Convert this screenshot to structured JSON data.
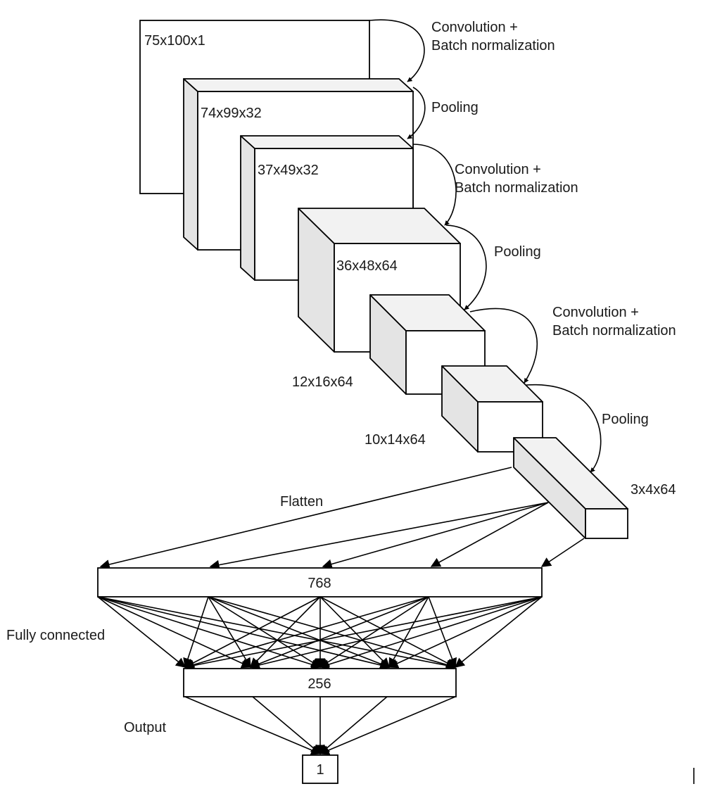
{
  "blocks": {
    "input": "75x100x1",
    "conv1": "74x99x32",
    "pool1": "37x49x32",
    "conv2": "36x48x64",
    "pool2": "12x16x64",
    "conv3": "10x14x64",
    "pool3": "3x4x64"
  },
  "operations": {
    "conv_bn_1": [
      "Convolution +",
      "Batch normalization"
    ],
    "pooling_1": "Pooling",
    "conv_bn_2": [
      "Convolution +",
      "Batch normalization"
    ],
    "pooling_2": "Pooling",
    "conv_bn_3": [
      "Convolution +",
      "Batch normalization"
    ],
    "pooling_3": "Pooling",
    "flatten": "Flatten",
    "fully_connected": "Fully connected",
    "output": "Output"
  },
  "layers": {
    "flat": "768",
    "dense": "256",
    "out": "1"
  }
}
